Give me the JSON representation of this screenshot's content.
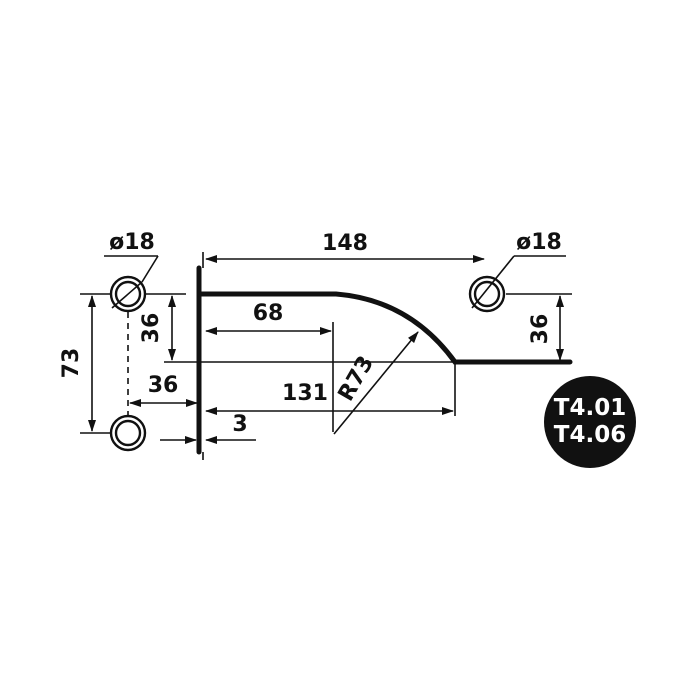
{
  "dimensions": {
    "hole_dia_left": "ø18",
    "hole_dia_right": "ø18",
    "overall_length": "148",
    "height_73": "73",
    "left_36_vertical": "36",
    "left_36_horizontal": "36",
    "right_36_vertical": "36",
    "length_68": "68",
    "length_131": "131",
    "radius": "R73",
    "thickness_3": "3"
  },
  "badge": {
    "line1": "T4.01",
    "line2": "T4.06",
    "color": "#111111"
  }
}
